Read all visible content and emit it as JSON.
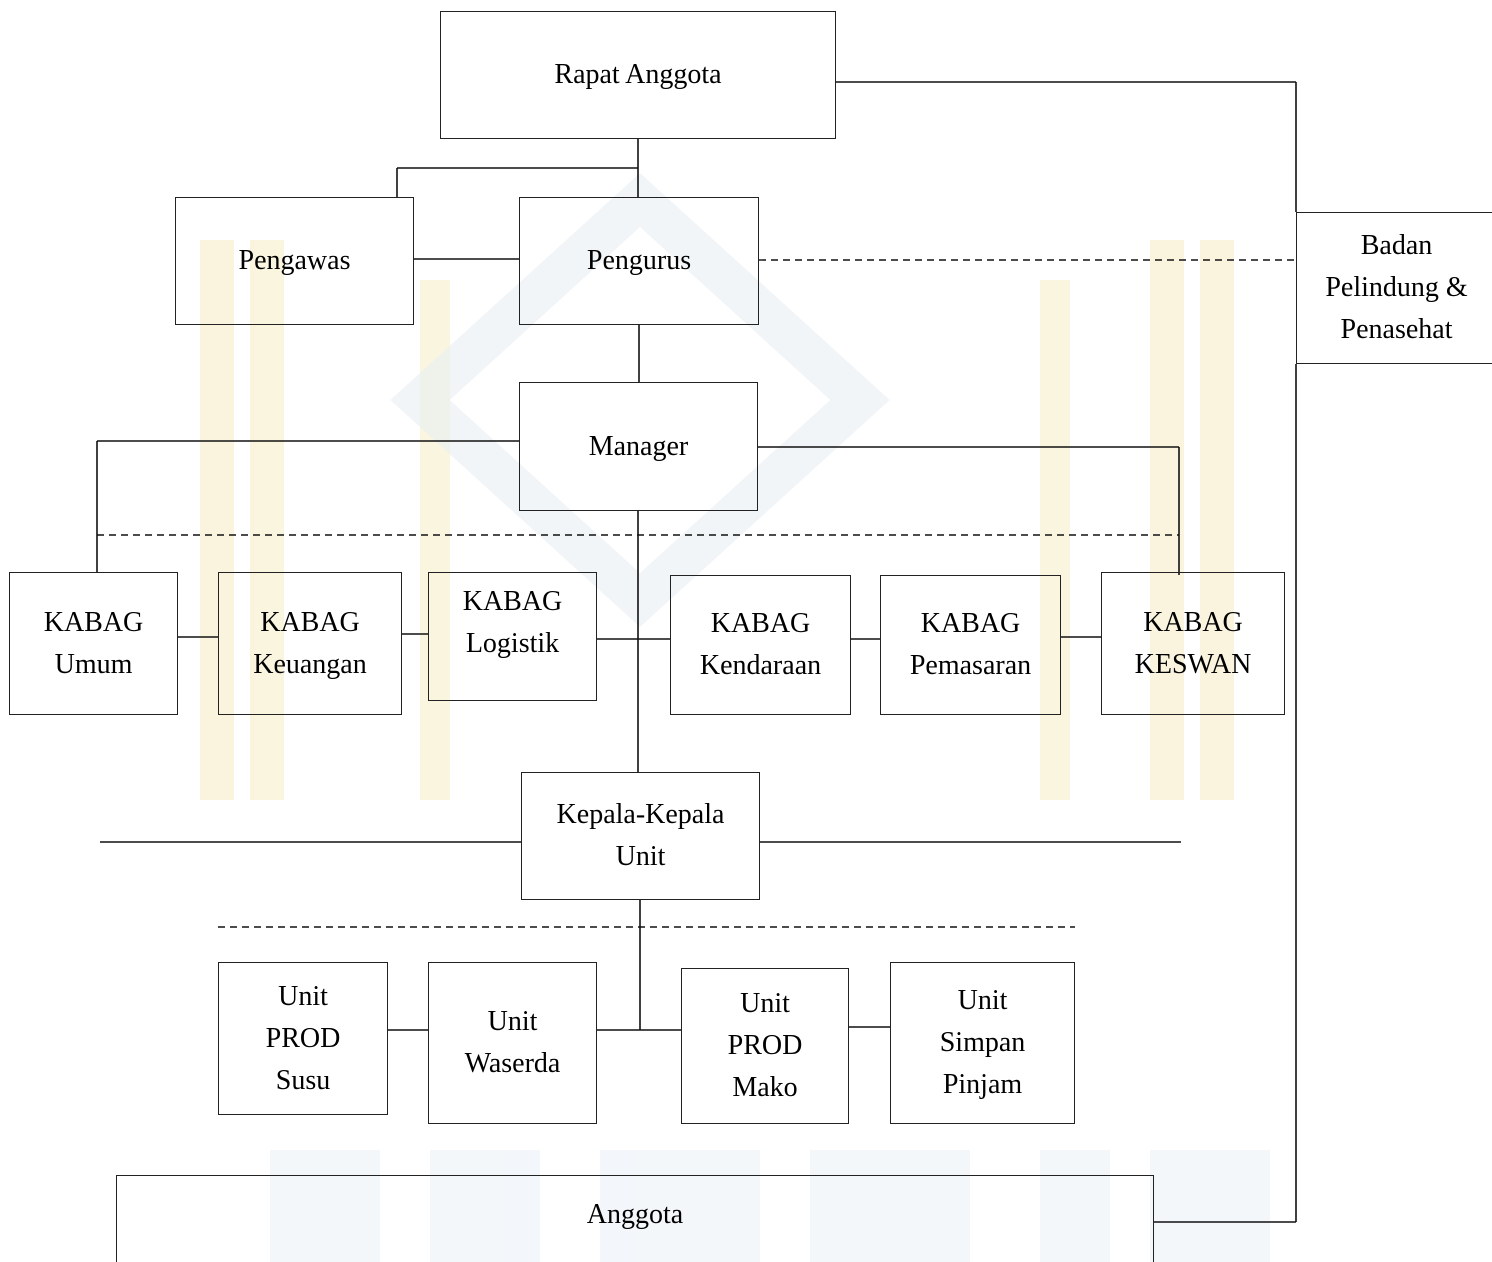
{
  "chart": {
    "top": {
      "label": "Rapat Anggota"
    },
    "level2": {
      "pengawas": "Pengawas",
      "pengurus": "Pengurus",
      "advisor": [
        "Badan",
        "Pelindung &",
        "Penasehat"
      ]
    },
    "manager": "Manager",
    "departments": [
      {
        "lines": [
          "KABAG",
          "Umum"
        ]
      },
      {
        "lines": [
          "KABAG",
          "Keuangan"
        ]
      },
      {
        "lines": [
          "KABAG",
          "Logistik"
        ]
      },
      {
        "lines": [
          "KABAG",
          "Kendaraan"
        ]
      },
      {
        "lines": [
          "KABAG",
          "Pemasaran"
        ]
      },
      {
        "lines": [
          "KABAG",
          "KESWAN"
        ]
      }
    ],
    "unit_heads": [
      "Kepala-Kepala",
      "Unit"
    ],
    "units": [
      {
        "lines": [
          "Unit",
          "PROD",
          "Susu"
        ]
      },
      {
        "lines": [
          "Unit",
          "Waserda"
        ]
      },
      {
        "lines": [
          "Unit",
          "PROD",
          "Mako"
        ]
      },
      {
        "lines": [
          "Unit",
          "Simpan",
          "Pinjam"
        ]
      }
    ],
    "members": "Anggota"
  },
  "colors": {
    "line": "#111111",
    "watermark": "#f3e7b8"
  }
}
